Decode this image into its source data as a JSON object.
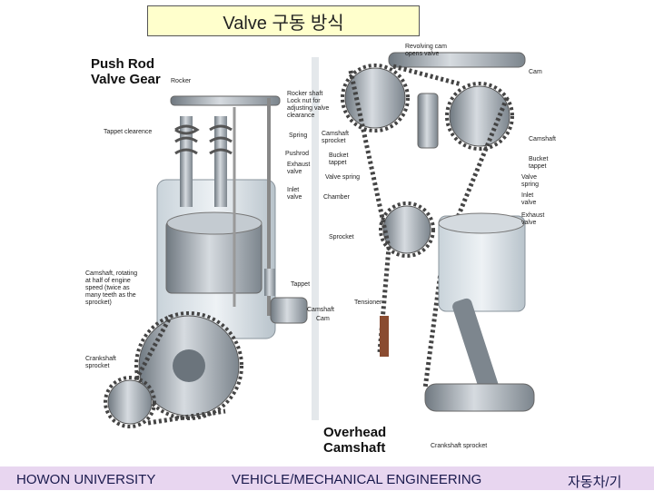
{
  "title": "Valve 구동 방식",
  "left_diagram": {
    "heading": "Push Rod\nValve Gear",
    "labels": {
      "rocker": "Rocker",
      "tappet_clearence": "Tappet clearence",
      "rocker_shaft": "Rocker shaft\nLock nut for\nadjusting valve\nclearance",
      "spring": "Spring",
      "pushrod": "Pushrod",
      "exhaust_valve": "Exhaust\nvalve",
      "inlet_valve": "Inlet\nvalve",
      "camshaft_rotating": "Camshaft, rotating\nat half of engine\nspeed (twice as\nmany teeth as the\nsprocket)",
      "tappet": "Tappet",
      "camshaft": "Camshaft",
      "cam": "Cam",
      "crankshaft_sprocket": "Crankshaft\nsprocket"
    }
  },
  "right_diagram": {
    "heading": "Overhead\nCamshaft",
    "labels": {
      "revolving_cam": "Revolving cam\nopens valve",
      "cam": "Cam",
      "camshaft_sprocket": "Camshaft\nsprocket",
      "bucket": "Bucket\ntappet",
      "valve_spring": "Valve spring",
      "chamber": "Chamber",
      "camshaft": "Camshaft",
      "sprocket": "Sprocket",
      "bucket_tappet": "Bucket\ntappet",
      "valve_spring_r": "Valve\nspring",
      "inlet_valve": "Inlet\nvalve",
      "exhaust_valve": "Exhaust\nvalve",
      "tensioner": "Tensioner",
      "crankshaft_sprocket": "Crankshaft sprocket"
    }
  },
  "footer": {
    "left": "HOWON UNIVERSITY",
    "center": "VEHICLE/MECHANICAL ENGINEERING",
    "right": "자동차/기"
  },
  "colors": {
    "footer_bg": "#e8d6f0",
    "title_bg": "#ffffcc",
    "metal": "#9aa3ab",
    "chain": "#555555"
  }
}
